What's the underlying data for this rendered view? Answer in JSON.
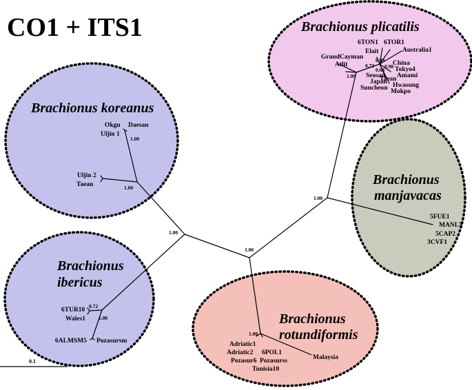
{
  "title": "CO1 + ITS1",
  "colors": {
    "plicatilis": "#f2c8ec",
    "koreanus": "#c4c2ec",
    "manjavacas": "#c9cbbd",
    "ibericus": "#c4c2ec",
    "rotundiformis": "#f6c0ba"
  },
  "clades": {
    "plicatilis": {
      "name": "Brachionus plicatilis",
      "taxa": [
        "6TON1",
        "6TOR1",
        "Elait",
        "Australia1",
        "GrandCayman",
        "Atlit",
        "China",
        "Tokyo4",
        "Amami",
        "Seosan",
        "Japan",
        "Hwasung",
        "Suncheon",
        "Mokpo",
        "Taean"
      ],
      "supports": [
        "1.00",
        "0.73",
        "0.99",
        "0.98",
        "0.63"
      ]
    },
    "koreanus": {
      "name": "Brachionus  koreanus",
      "taxa": [
        "Okgu",
        "Daesan",
        "Uljin 1",
        "Uljin 2",
        "Taean"
      ],
      "supports": [
        "1.00",
        "1.00"
      ]
    },
    "manjavacas": {
      "name_line1": "Brachionus",
      "name_line2": "manjavacas",
      "taxa": [
        "5FUE1",
        "MANL5",
        "5CAP2",
        "3CVF1"
      ]
    },
    "ibericus": {
      "name_line1": "Brachionus",
      "name_line2": "ibericus",
      "taxa": [
        "6TUR10",
        "Wales1",
        "6ALMSM5",
        "Pozasursm"
      ],
      "supports": [
        "0.72",
        "1.00"
      ]
    },
    "rotundiformis": {
      "name_line1": "Brachionus",
      "name_line2": "rotundiformis",
      "taxa": [
        "Adriatic1",
        "Adriatic2",
        "Pozasur6",
        "6POL1",
        "Pozasurss",
        "Tunisia10",
        "Malaysia"
      ],
      "supports": [
        "1.00"
      ]
    }
  },
  "internal_supports": [
    "1.00",
    "1.00",
    "1.00"
  ],
  "scale_bar": "0.1"
}
